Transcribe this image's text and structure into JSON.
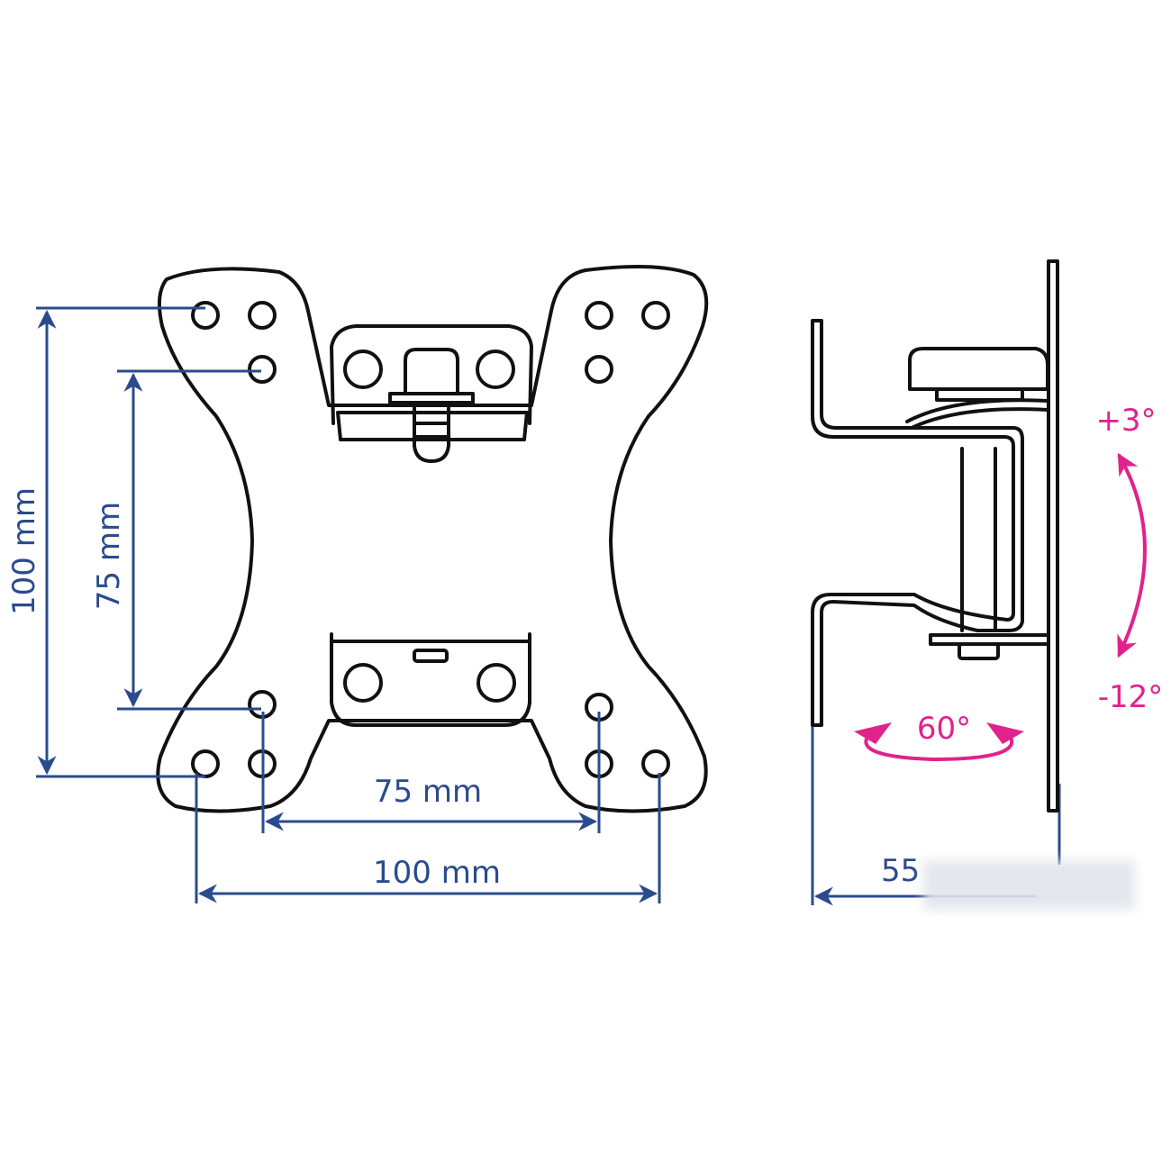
{
  "front_view": {
    "dimensions": {
      "vertical_outer": "100 mm",
      "vertical_inner": "75 mm",
      "horizontal_inner": "75 mm",
      "horizontal_outer": "100 mm"
    }
  },
  "side_view": {
    "tilt_up": "+3°",
    "tilt_down": "-12°",
    "swivel": "60°",
    "depth": "55"
  },
  "colors": {
    "dimension": "#2a4b8d",
    "angle": "#e0238c",
    "outline": "#111111"
  }
}
